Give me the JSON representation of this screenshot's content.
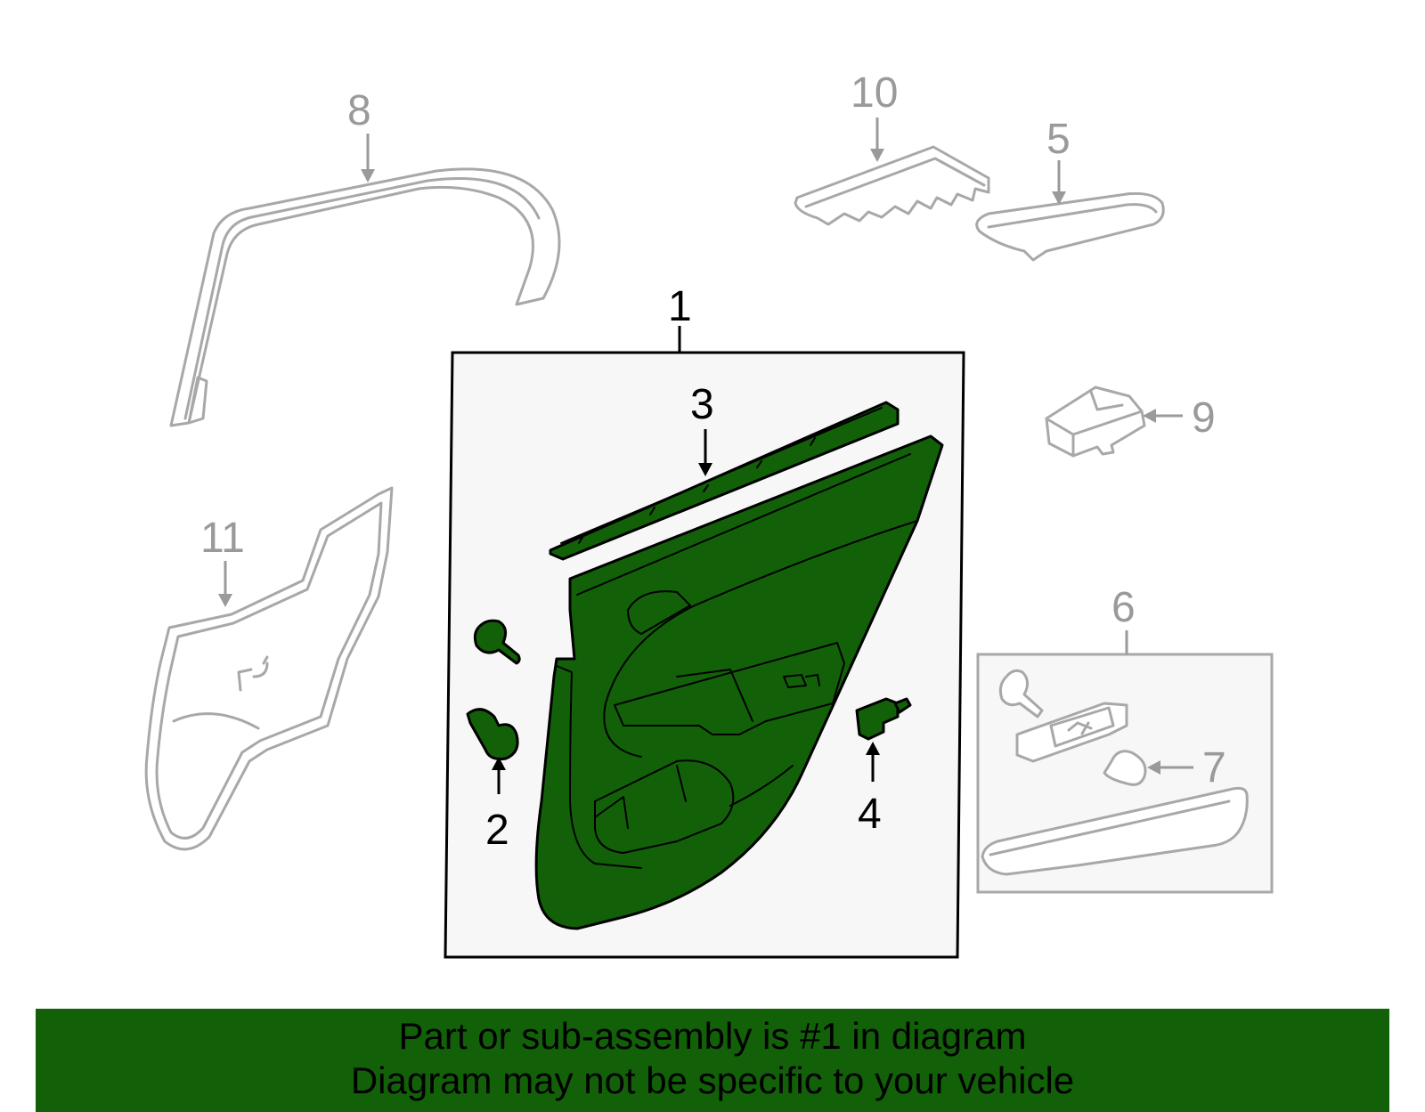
{
  "callouts": {
    "c1": "1",
    "c2": "2",
    "c3": "3",
    "c4": "4",
    "c5": "5",
    "c6": "6",
    "c7": "7",
    "c8": "8",
    "c9": "9",
    "c10": "10",
    "c11": "11"
  },
  "banner": {
    "line1": "Part or sub-assembly is #1 in diagram",
    "line2": "Diagram may not be specific to your vehicle"
  },
  "colors": {
    "highlight_green": "#126109",
    "secondary_gray": "#a8a8a8",
    "assembly_box_bg": "#f7f7f7"
  }
}
